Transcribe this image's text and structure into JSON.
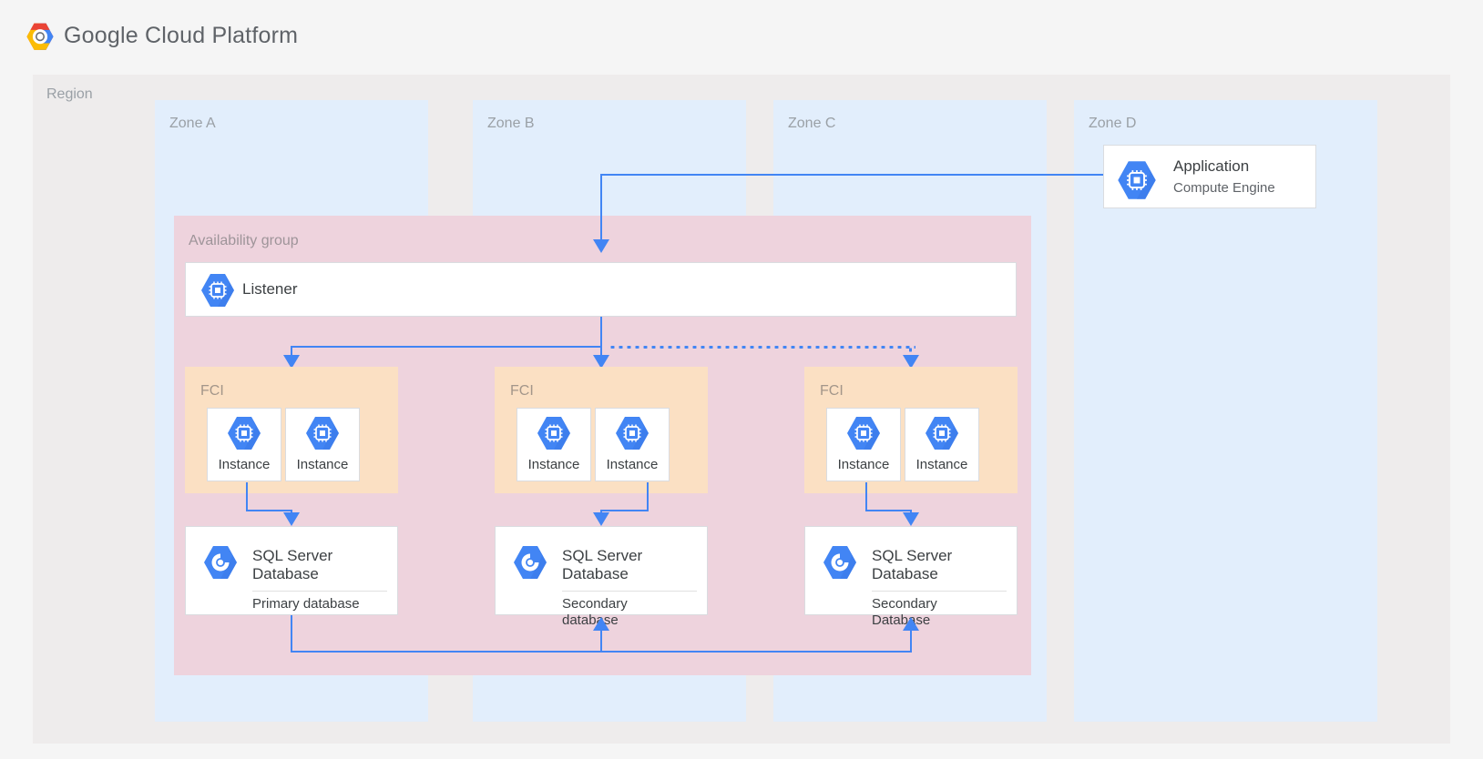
{
  "header": {
    "brand": "Google Cloud Platform",
    "brand_google": "Google",
    "brand_rest": " Cloud Platform",
    "logo_icon": "google-cloud-hexagon-logo"
  },
  "colors": {
    "page_background": "#f5f5f5",
    "region_background": "#eeecec",
    "zone_background": "#e2eefc",
    "availability_group_background": "#eed3dd",
    "fci_background": "#fbe0c3",
    "card_background": "#ffffff",
    "card_border": "#dadce0",
    "connector_blue": "#4285f4",
    "icon_blue": "#4285f4",
    "label_gray": "#9aa0a6",
    "text_dark": "#3c4043",
    "text_muted": "#5f6368"
  },
  "region": {
    "label": "Region"
  },
  "zones": [
    {
      "id": "zone-a",
      "label": "Zone A"
    },
    {
      "id": "zone-b",
      "label": "Zone B"
    },
    {
      "id": "zone-c",
      "label": "Zone C"
    },
    {
      "id": "zone-d",
      "label": "Zone D"
    }
  ],
  "application": {
    "title": "Application",
    "subtitle": "Compute Engine",
    "icon": "compute-engine-chip-icon",
    "zone": "Zone D"
  },
  "availability_group": {
    "label": "Availability group",
    "listener": {
      "title": "Listener",
      "icon": "compute-engine-chip-icon"
    }
  },
  "fci_clusters": [
    {
      "id": "fci-a",
      "label": "FCI",
      "zone": "Zone A",
      "instances": [
        {
          "label": "Instance",
          "icon": "compute-engine-chip-icon"
        },
        {
          "label": "Instance",
          "icon": "compute-engine-chip-icon"
        }
      ]
    },
    {
      "id": "fci-b",
      "label": "FCI",
      "zone": "Zone B",
      "instances": [
        {
          "label": "Instance",
          "icon": "compute-engine-chip-icon"
        },
        {
          "label": "Instance",
          "icon": "compute-engine-chip-icon"
        }
      ]
    },
    {
      "id": "fci-c",
      "label": "FCI",
      "zone": "Zone C",
      "instances": [
        {
          "label": "Instance",
          "icon": "compute-engine-chip-icon"
        },
        {
          "label": "Instance",
          "icon": "compute-engine-chip-icon"
        }
      ]
    }
  ],
  "databases": [
    {
      "id": "db-a",
      "title": "SQL Server Database",
      "title_line1": "SQL Server",
      "title_line2": "Database",
      "role": "Primary database",
      "role_line1": "Primary database",
      "role_line2": "",
      "icon": "sql-database-icon",
      "zone": "Zone A"
    },
    {
      "id": "db-b",
      "title": "SQL Server Database",
      "title_line1": "SQL Server",
      "title_line2": "Database",
      "role": "Secondary database",
      "role_line1": "Secondary",
      "role_line2": "database",
      "icon": "sql-database-icon",
      "zone": "Zone B"
    },
    {
      "id": "db-c",
      "title": "SQL Server Database",
      "title_line1": "SQL Server",
      "title_line2": "Database",
      "role": "Secondary Database",
      "role_line1": "Secondary",
      "role_line2": "Database",
      "icon": "sql-database-icon",
      "zone": "Zone C"
    }
  ],
  "connectors": [
    {
      "id": "app-to-listener",
      "from": "Application",
      "to": "Listener",
      "style": "solid",
      "direction": "down"
    },
    {
      "id": "listener-to-fci-a",
      "from": "Listener",
      "to": "FCI Zone A",
      "style": "solid",
      "direction": "down"
    },
    {
      "id": "listener-to-fci-b",
      "from": "Listener",
      "to": "FCI Zone B",
      "style": "solid",
      "direction": "down"
    },
    {
      "id": "listener-to-fci-c",
      "from": "Listener",
      "to": "FCI Zone C",
      "style": "dotted",
      "direction": "down"
    },
    {
      "id": "fci-a-to-db-a",
      "from": "FCI Zone A",
      "to": "Primary database",
      "style": "solid",
      "direction": "down"
    },
    {
      "id": "fci-b-to-db-b",
      "from": "FCI Zone B",
      "to": "Secondary database",
      "style": "solid",
      "direction": "down"
    },
    {
      "id": "fci-c-to-db-c",
      "from": "FCI Zone C",
      "to": "Secondary Database",
      "style": "solid",
      "direction": "down"
    },
    {
      "id": "db-a-to-db-b",
      "from": "Primary database",
      "to": "Secondary database",
      "style": "solid",
      "direction": "up"
    },
    {
      "id": "db-a-to-db-c",
      "from": "Primary database",
      "to": "Secondary Database",
      "style": "solid",
      "direction": "up"
    }
  ]
}
